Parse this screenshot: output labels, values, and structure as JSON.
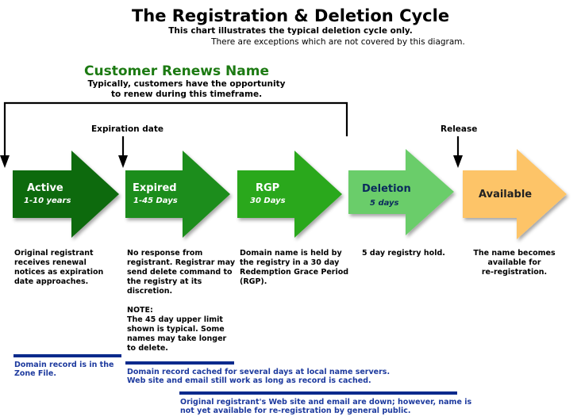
{
  "header": {
    "title": "The Registration & Deletion Cycle",
    "subtitle": "This chart illustrates the typical deletion cycle only.",
    "note": "There are exceptions which are not covered by this diagram."
  },
  "renew": {
    "title": "Customer Renews Name",
    "line1": "Typically, customers have the opportunity",
    "line2": "to renew during this timeframe."
  },
  "markers": {
    "expiration": "Expiration date",
    "release": "Release"
  },
  "stages": [
    {
      "label": "Active",
      "period": "1-10 years",
      "color": "#0b6a0b",
      "desc": [
        "Original registrant",
        "receives renewal",
        "notices as expiration",
        "date approaches."
      ]
    },
    {
      "label": "Expired",
      "period": "1-45 Days",
      "color": "#1f8d1a",
      "desc": [
        "No response from",
        "registrant. Registrar may",
        "send delete command to",
        "the registry at its",
        "discretion."
      ]
    },
    {
      "label": "RGP",
      "period": "30 Days",
      "color": "#2aa81f",
      "desc": [
        "Domain name is held by",
        "the registry in a 30 day",
        "Redemption Grace Period",
        "(RGP)."
      ]
    },
    {
      "label": "Deletion",
      "period": "5 days",
      "color": "#6acd6a",
      "desc": [
        "5 day registry hold."
      ]
    },
    {
      "label": "Available",
      "period": "",
      "color": "#fdc468",
      "desc": [
        "The name becomes",
        "available for",
        "re-registration."
      ]
    }
  ],
  "note": {
    "heading": "NOTE:",
    "lines": [
      "The 45 day upper limit",
      "shown is typical. Some",
      "names may take longer",
      "to delete."
    ]
  },
  "bars": [
    {
      "lines": [
        "Domain record is in the",
        "Zone File."
      ]
    },
    {
      "lines": [
        "Domain record cached for several days at local name servers.",
        "Web site and email still work as long as record is cached."
      ]
    },
    {
      "lines": [
        "Original registrant's Web site and email are down; however, name is",
        "not yet available for re-registration by general public."
      ]
    }
  ],
  "colors": {
    "accent_green": "#1c7a12",
    "bar_blue": "#0a2a8c",
    "bar_text": "#1d3a9e"
  }
}
